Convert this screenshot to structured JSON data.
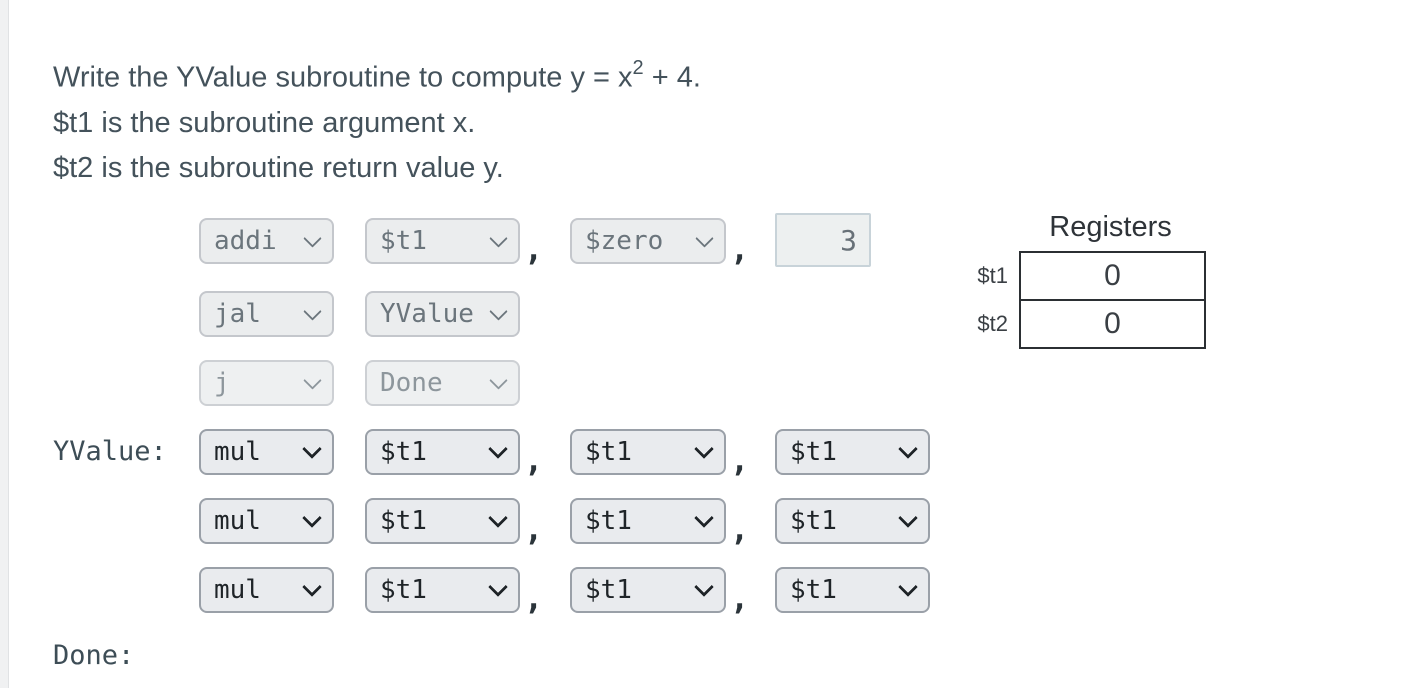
{
  "prompt": {
    "line1_prefix": "Write the YValue subroutine to compute y = x",
    "line1_sup": "2",
    "line1_suffix": " + 4.",
    "line2": "$t1 is the subroutine argument x.",
    "line3": "$t2 is the subroutine return value y."
  },
  "code": {
    "comma": ",",
    "labels": {
      "yvalue": "YValue:",
      "done": "Done:"
    },
    "rows": [
      {
        "slots": [
          "addi",
          "$t1",
          "$zero"
        ],
        "immediate": "3"
      },
      {
        "slots": [
          "jal",
          "YValue"
        ]
      },
      {
        "slots": [
          "j",
          "Done"
        ]
      },
      {
        "slots": [
          "mul",
          "$t1",
          "$t1",
          "$t1"
        ]
      },
      {
        "slots": [
          "mul",
          "$t1",
          "$t1",
          "$t1"
        ]
      },
      {
        "slots": [
          "mul",
          "$t1",
          "$t1",
          "$t1"
        ]
      }
    ]
  },
  "registers": {
    "title": "Registers",
    "rows": [
      {
        "name": "$t1",
        "value": "0"
      },
      {
        "name": "$t2",
        "value": "0"
      }
    ]
  }
}
